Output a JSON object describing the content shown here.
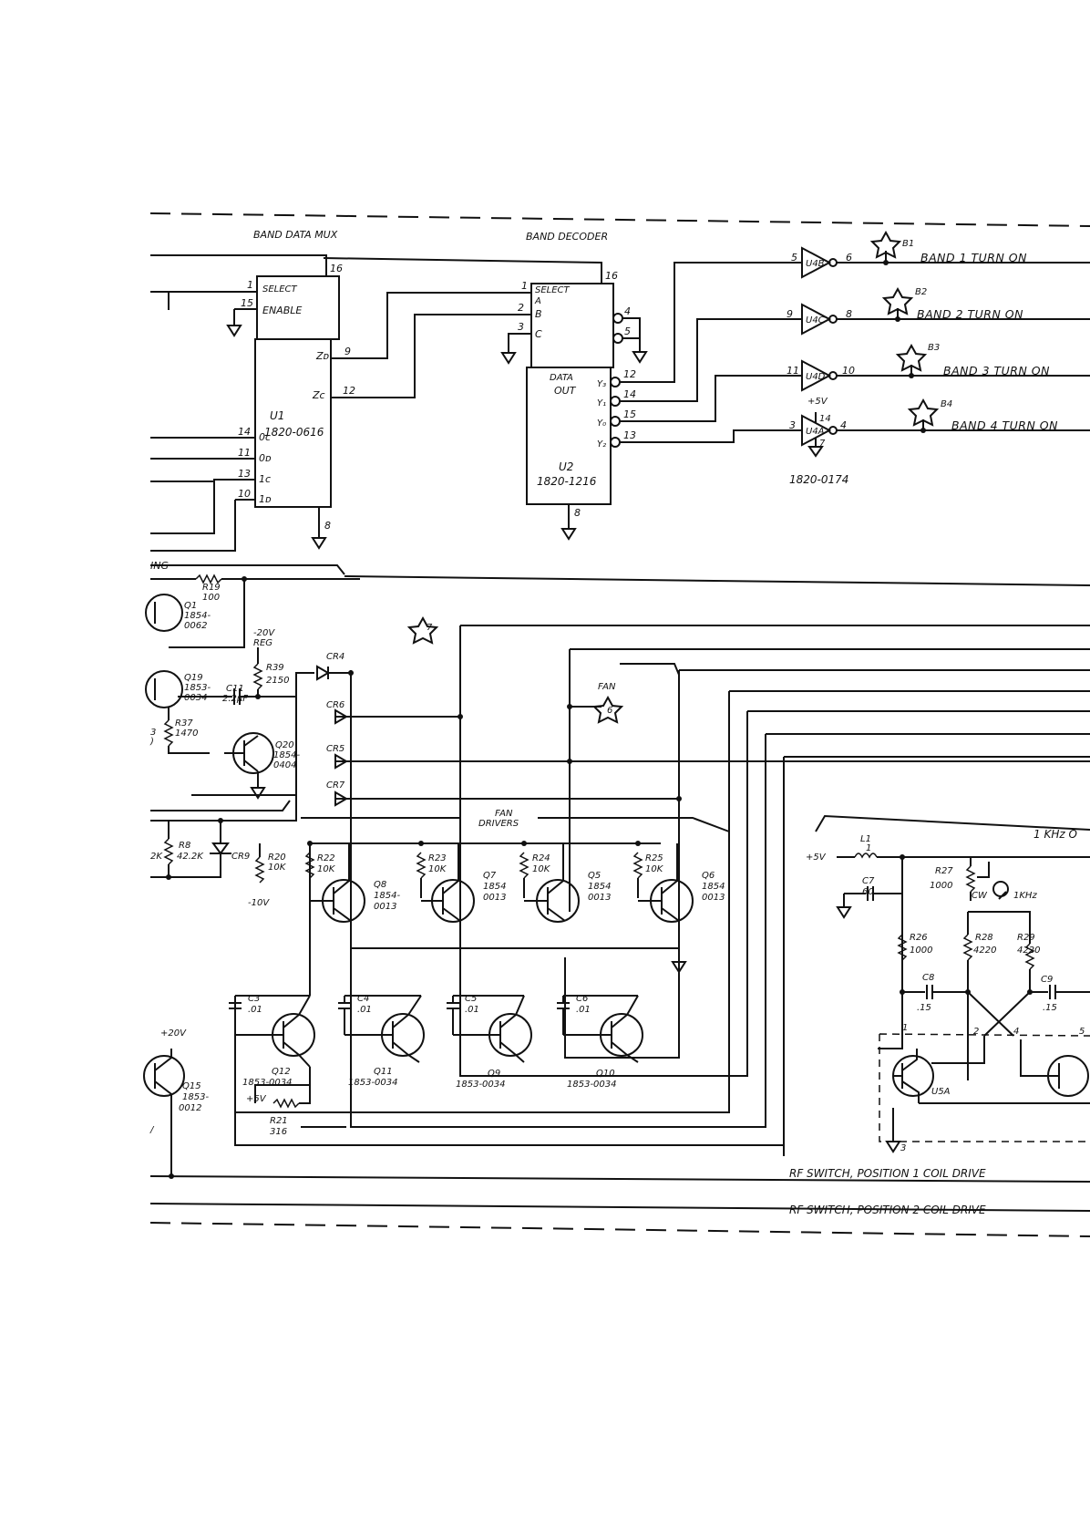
{
  "sections": {
    "band_data_mux": "BAND DATA MUX",
    "band_decoder": "BAND DECODER",
    "fan_drivers_l1": "FAN",
    "fan_drivers_l2": "DRIVERS",
    "ing_fragment": "ING",
    "khz_fragment": "1 KHz  O"
  },
  "u1": {
    "ref": "U1",
    "part": "1820-0616",
    "pins": {
      "select": "SELECT",
      "enable": "ENABLE",
      "zd": "Zᴅ",
      "zc": "Zᴄ",
      "oc": "0ᴄ",
      "od": "0ᴅ",
      "ic": "1ᴄ",
      "id": "1ᴅ"
    },
    "pin_nums": {
      "p16": "16",
      "p1": "1",
      "p15": "15",
      "p9": "9",
      "p12": "12",
      "p14": "14",
      "p11": "11",
      "p13": "13",
      "p10": "10",
      "p8": "8"
    }
  },
  "u2": {
    "ref": "U2",
    "part": "1820-1216",
    "pins": {
      "select": "SELECT",
      "a": "A",
      "b": "B",
      "c": "C",
      "data": "DATA",
      "out": "OUT",
      "y3": "Y₃",
      "y1": "Y₁",
      "y0": "Y₀",
      "y2": "Y₂"
    },
    "pin_nums": {
      "p16": "16",
      "p1": "1",
      "p2": "2",
      "p3": "3",
      "p4": "4",
      "p5": "5",
      "p12": "12",
      "p14": "14",
      "p15": "15",
      "p13": "13",
      "p8": "8"
    }
  },
  "u4": {
    "part": "1820-0174",
    "supply": "+5V",
    "gates": [
      {
        "label": "U4B",
        "in": "5",
        "out": "6",
        "test": "B1",
        "signal": "BAND 1  TURN ON"
      },
      {
        "label": "U4C",
        "in": "9",
        "out": "8",
        "test": "B2",
        "signal": "BAND 2  TURN ON"
      },
      {
        "label": "U4D",
        "in": "11",
        "out": "10",
        "test": "B3",
        "signal": "BAND 3  TURN ON"
      },
      {
        "label": "U4A",
        "in": "3",
        "out": "4",
        "test": "B4",
        "signal": "BAND 4  TURN ON"
      }
    ],
    "pin14": "14",
    "pin7": "7"
  },
  "regulator": {
    "r19": {
      "ref": "R19",
      "val": "100"
    },
    "q1": {
      "ref": "Q1",
      "part1": "1854-",
      "part2": "0062"
    },
    "q19": {
      "ref": "Q19",
      "part1": "1853-",
      "part2": "0034"
    },
    "r39": {
      "ref": "R39",
      "val": "2150"
    },
    "reg1": "-20V",
    "reg2": "REG",
    "c11": {
      "ref": "C11",
      "val": "2.2μF"
    },
    "r37": {
      "ref": "R37",
      "val": "1470"
    },
    "q20": {
      "ref": "Q20",
      "part1": "1854-",
      "part2": "0404"
    },
    "frag_3": "3",
    "frag_paren": ")",
    "r8": {
      "ref": "R8",
      "val": "42.2K"
    },
    "frag_2k": "2K",
    "cr9": "CR9",
    "r20": {
      "ref": "R20",
      "val": "10K"
    },
    "neg10": "-10V"
  },
  "test_points": {
    "tp7": "7",
    "tp6": "6",
    "fan": "FAN"
  },
  "diodes": [
    "CR4",
    "CR6",
    "CR5",
    "CR7"
  ],
  "fan_transistors": [
    {
      "r": "R22",
      "rv": "10K",
      "q": "Q8",
      "p1": "1854-",
      "p2": "0013"
    },
    {
      "r": "R23",
      "rv": "10K",
      "q": "Q7",
      "p1": "1854",
      "p2": "0013"
    },
    {
      "r": "R24",
      "rv": "10K",
      "q": "Q5",
      "p1": "1854",
      "p2": "0013"
    },
    {
      "r": "R25",
      "rv": "10K",
      "q": "Q6",
      "p1": "1854",
      "p2": "0013"
    }
  ],
  "lower_transistors": [
    {
      "c": "C3",
      "cv": ".01",
      "q": "Q12",
      "part": "1853-0034"
    },
    {
      "c": "C4",
      "cv": ".01",
      "q": "Q11",
      "part": "1853-0034"
    },
    {
      "c": "C5",
      "cv": ".01",
      "q": "Q9",
      "part": "1853-0034"
    },
    {
      "c": "C6",
      "cv": ".01",
      "q": "Q10",
      "part": "1853-0034"
    }
  ],
  "q12_extra": {
    "plus5": "+5V",
    "r21": "R21",
    "r21v": "316"
  },
  "q15": {
    "supply": "+20V",
    "ref": "Q15",
    "p1": "1853-",
    "p2": "0012",
    "frag": "/"
  },
  "oscillator": {
    "supply": "+5V",
    "l1": "L1",
    "l1v": "1",
    "c7": "C7",
    "c7v": "60",
    "r27": "R27",
    "r27v": "1000",
    "cw": "CW",
    "khz": "1KHz",
    "r26": "R26",
    "r26v": "1000",
    "r28": "R28",
    "r28v": "4220",
    "r29": "R29",
    "r29v": "4220",
    "c8": "C8",
    "c8v": ".15",
    "c9": "C9",
    "c9v": ".15",
    "u5a": "U5A",
    "pins": {
      "p1": "1",
      "p2": "2",
      "p3": "3",
      "p4": "4",
      "p5": "5"
    }
  },
  "bottom_signals": {
    "pos1": "RF SWITCH, POSITION 1  COIL  DRIVE",
    "pos2": "RF SWITCH, POSITION 2  COIL  DRIVE"
  }
}
